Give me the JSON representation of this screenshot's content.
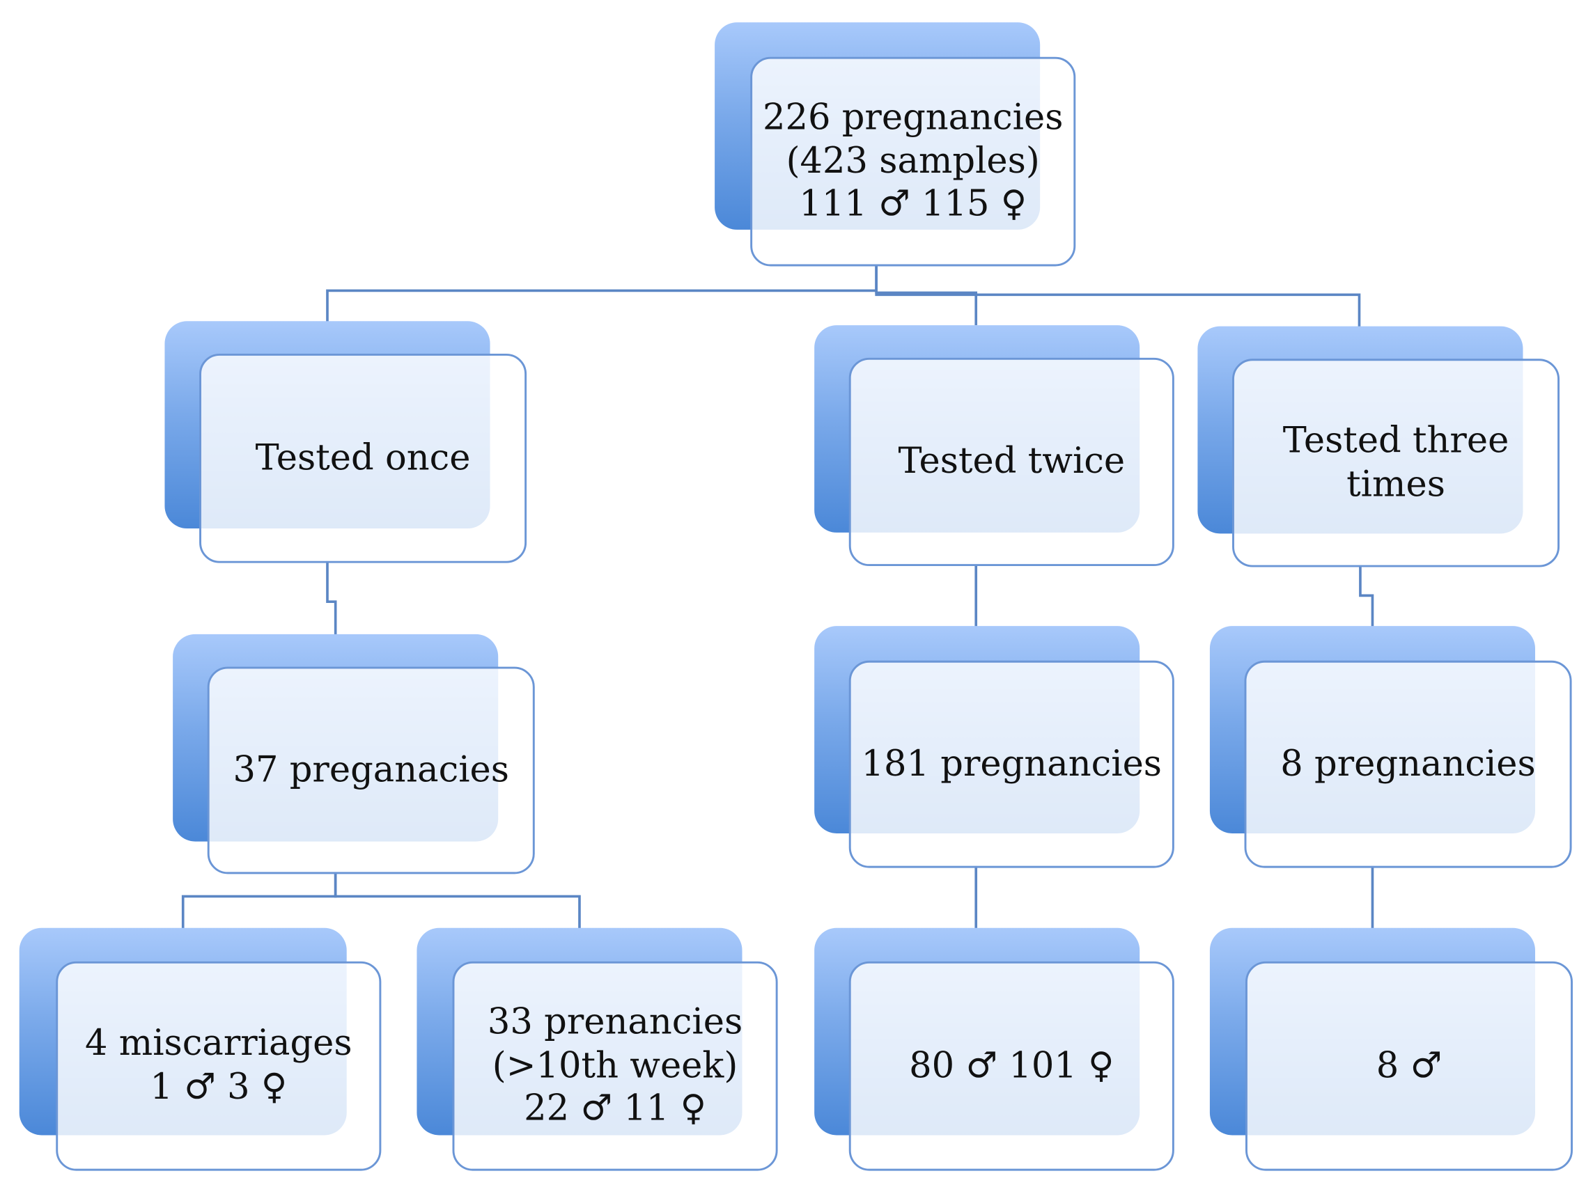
{
  "nodes": {
    "root": {
      "text": "226 pregnancies\n(423 samples)\n111 ♂ 115 ♀"
    },
    "once": {
      "text": "Tested once"
    },
    "twice": {
      "text": "Tested twice"
    },
    "three": {
      "text": "Tested three\ntimes"
    },
    "once_preg": {
      "text": "37 preganacies"
    },
    "twice_preg": {
      "text": "181 pregnancies"
    },
    "three_preg": {
      "text": "8 pregnancies"
    },
    "miscarriages": {
      "text": "4 miscarriages\n1 ♂  3 ♀"
    },
    "prenancies": {
      "text": "33 prenancies\n(>10th week)\n22 ♂  11 ♀"
    },
    "twice_sex": {
      "text": "80  ♂   101 ♀"
    },
    "three_sex": {
      "text": "8 ♂"
    }
  },
  "colors": {
    "node_gradient_top": "#a8c9fb",
    "node_gradient_bottom": "#4b88d8",
    "node_border": "#6b96d6",
    "connector": "#5b86c4"
  }
}
